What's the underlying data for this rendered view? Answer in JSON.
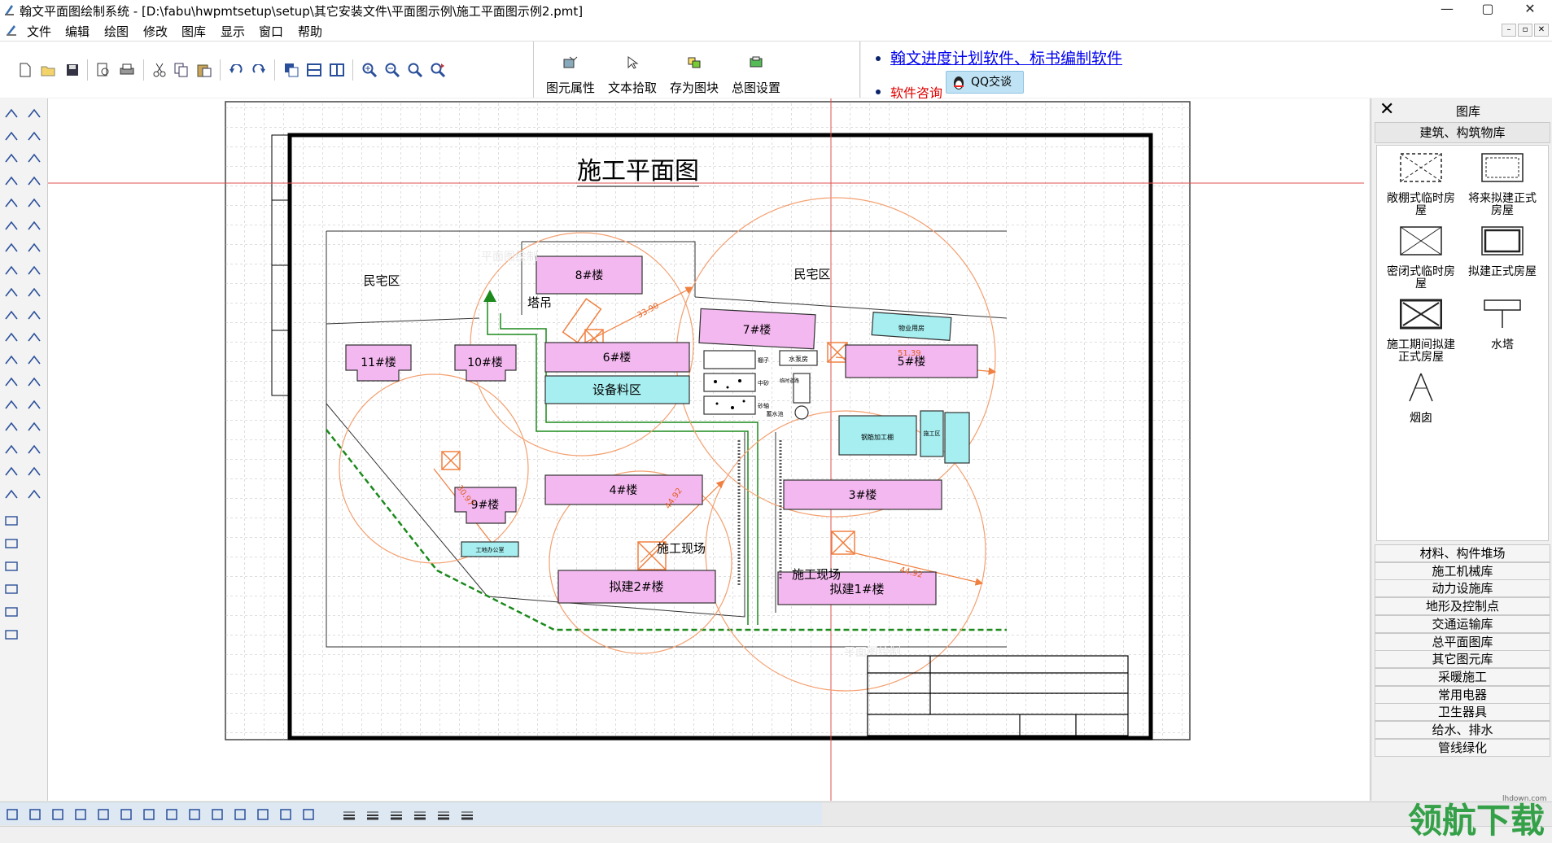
{
  "window": {
    "title": "翰文平面图绘制系统 - [D:\\fabu\\hwpmtsetup\\setup\\其它安装文件\\平面图示例\\施工平面图示例2.pmt]",
    "controls": {
      "minimize": "—",
      "maximize": "▢",
      "close": "✕"
    }
  },
  "menu": {
    "items": [
      "文件",
      "编辑",
      "绘图",
      "修改",
      "图库",
      "显示",
      "窗口",
      "帮助"
    ],
    "mdi": {
      "minimize": "–",
      "restore": "▫",
      "close": "✕"
    }
  },
  "toolbar2": {
    "buttons": [
      "图元属性",
      "文本拾取",
      "存为图块",
      "总图设置"
    ]
  },
  "ad": {
    "link1": "翰文进度计划软件、标书编制软件",
    "link2": "软件咨询",
    "qq_label": "QQ交谈"
  },
  "drawing": {
    "title": "施工平面图",
    "residential_left": "民宅区",
    "residential_right": "民宅区",
    "crane_label": "塔吊",
    "site1": "施工现场",
    "site2": "施工现场",
    "buildings": {
      "b8": "8#楼",
      "b7": "7#楼",
      "b6": "6#楼",
      "b11": "11#楼",
      "b10": "10#楼",
      "equip": "设备料区",
      "b5": "5#楼",
      "b4": "4#楼",
      "b3": "3#楼",
      "b9": "9#楼",
      "new2": "拟建2#楼",
      "new1": "拟建1#楼"
    },
    "small": {
      "property": "物业用房",
      "water_pump": "水泵房",
      "shed_a": "棚子",
      "mid": "中砂",
      "shed_b": "砂轴",
      "rebar": "钢筋加工棚",
      "water_pool": "蓄水池",
      "misc": "施工区",
      "office": "工地办公室",
      "side_label": "临时道路"
    },
    "dims": {
      "d1": "33.90",
      "d2": "51.39",
      "d3": "30.97",
      "d4": "44.92",
      "d5": "44.92"
    },
    "watermark1": "平面图绘制",
    "watermark2": "平面图绘制"
  },
  "library": {
    "title": "图库",
    "close": "✕",
    "active_category": "建筑、构筑物库",
    "items": [
      "敞棚式临时房屋",
      "将来拟建正式房屋",
      "密闭式临时房屋",
      "拟建正式房屋",
      "施工期间拟建正式房屋",
      "水塔",
      "烟囱"
    ],
    "categories": [
      "材料、构件堆场",
      "施工机械库",
      "动力设施库",
      "地形及控制点",
      "交通运输库",
      "总平面图库",
      "其它图元库",
      "采暖施工",
      "常用电器",
      "卫生器具",
      "给水、排水",
      "管线绿化"
    ]
  },
  "watermark": {
    "text": "领航下载",
    "site": "lhdown.com"
  }
}
